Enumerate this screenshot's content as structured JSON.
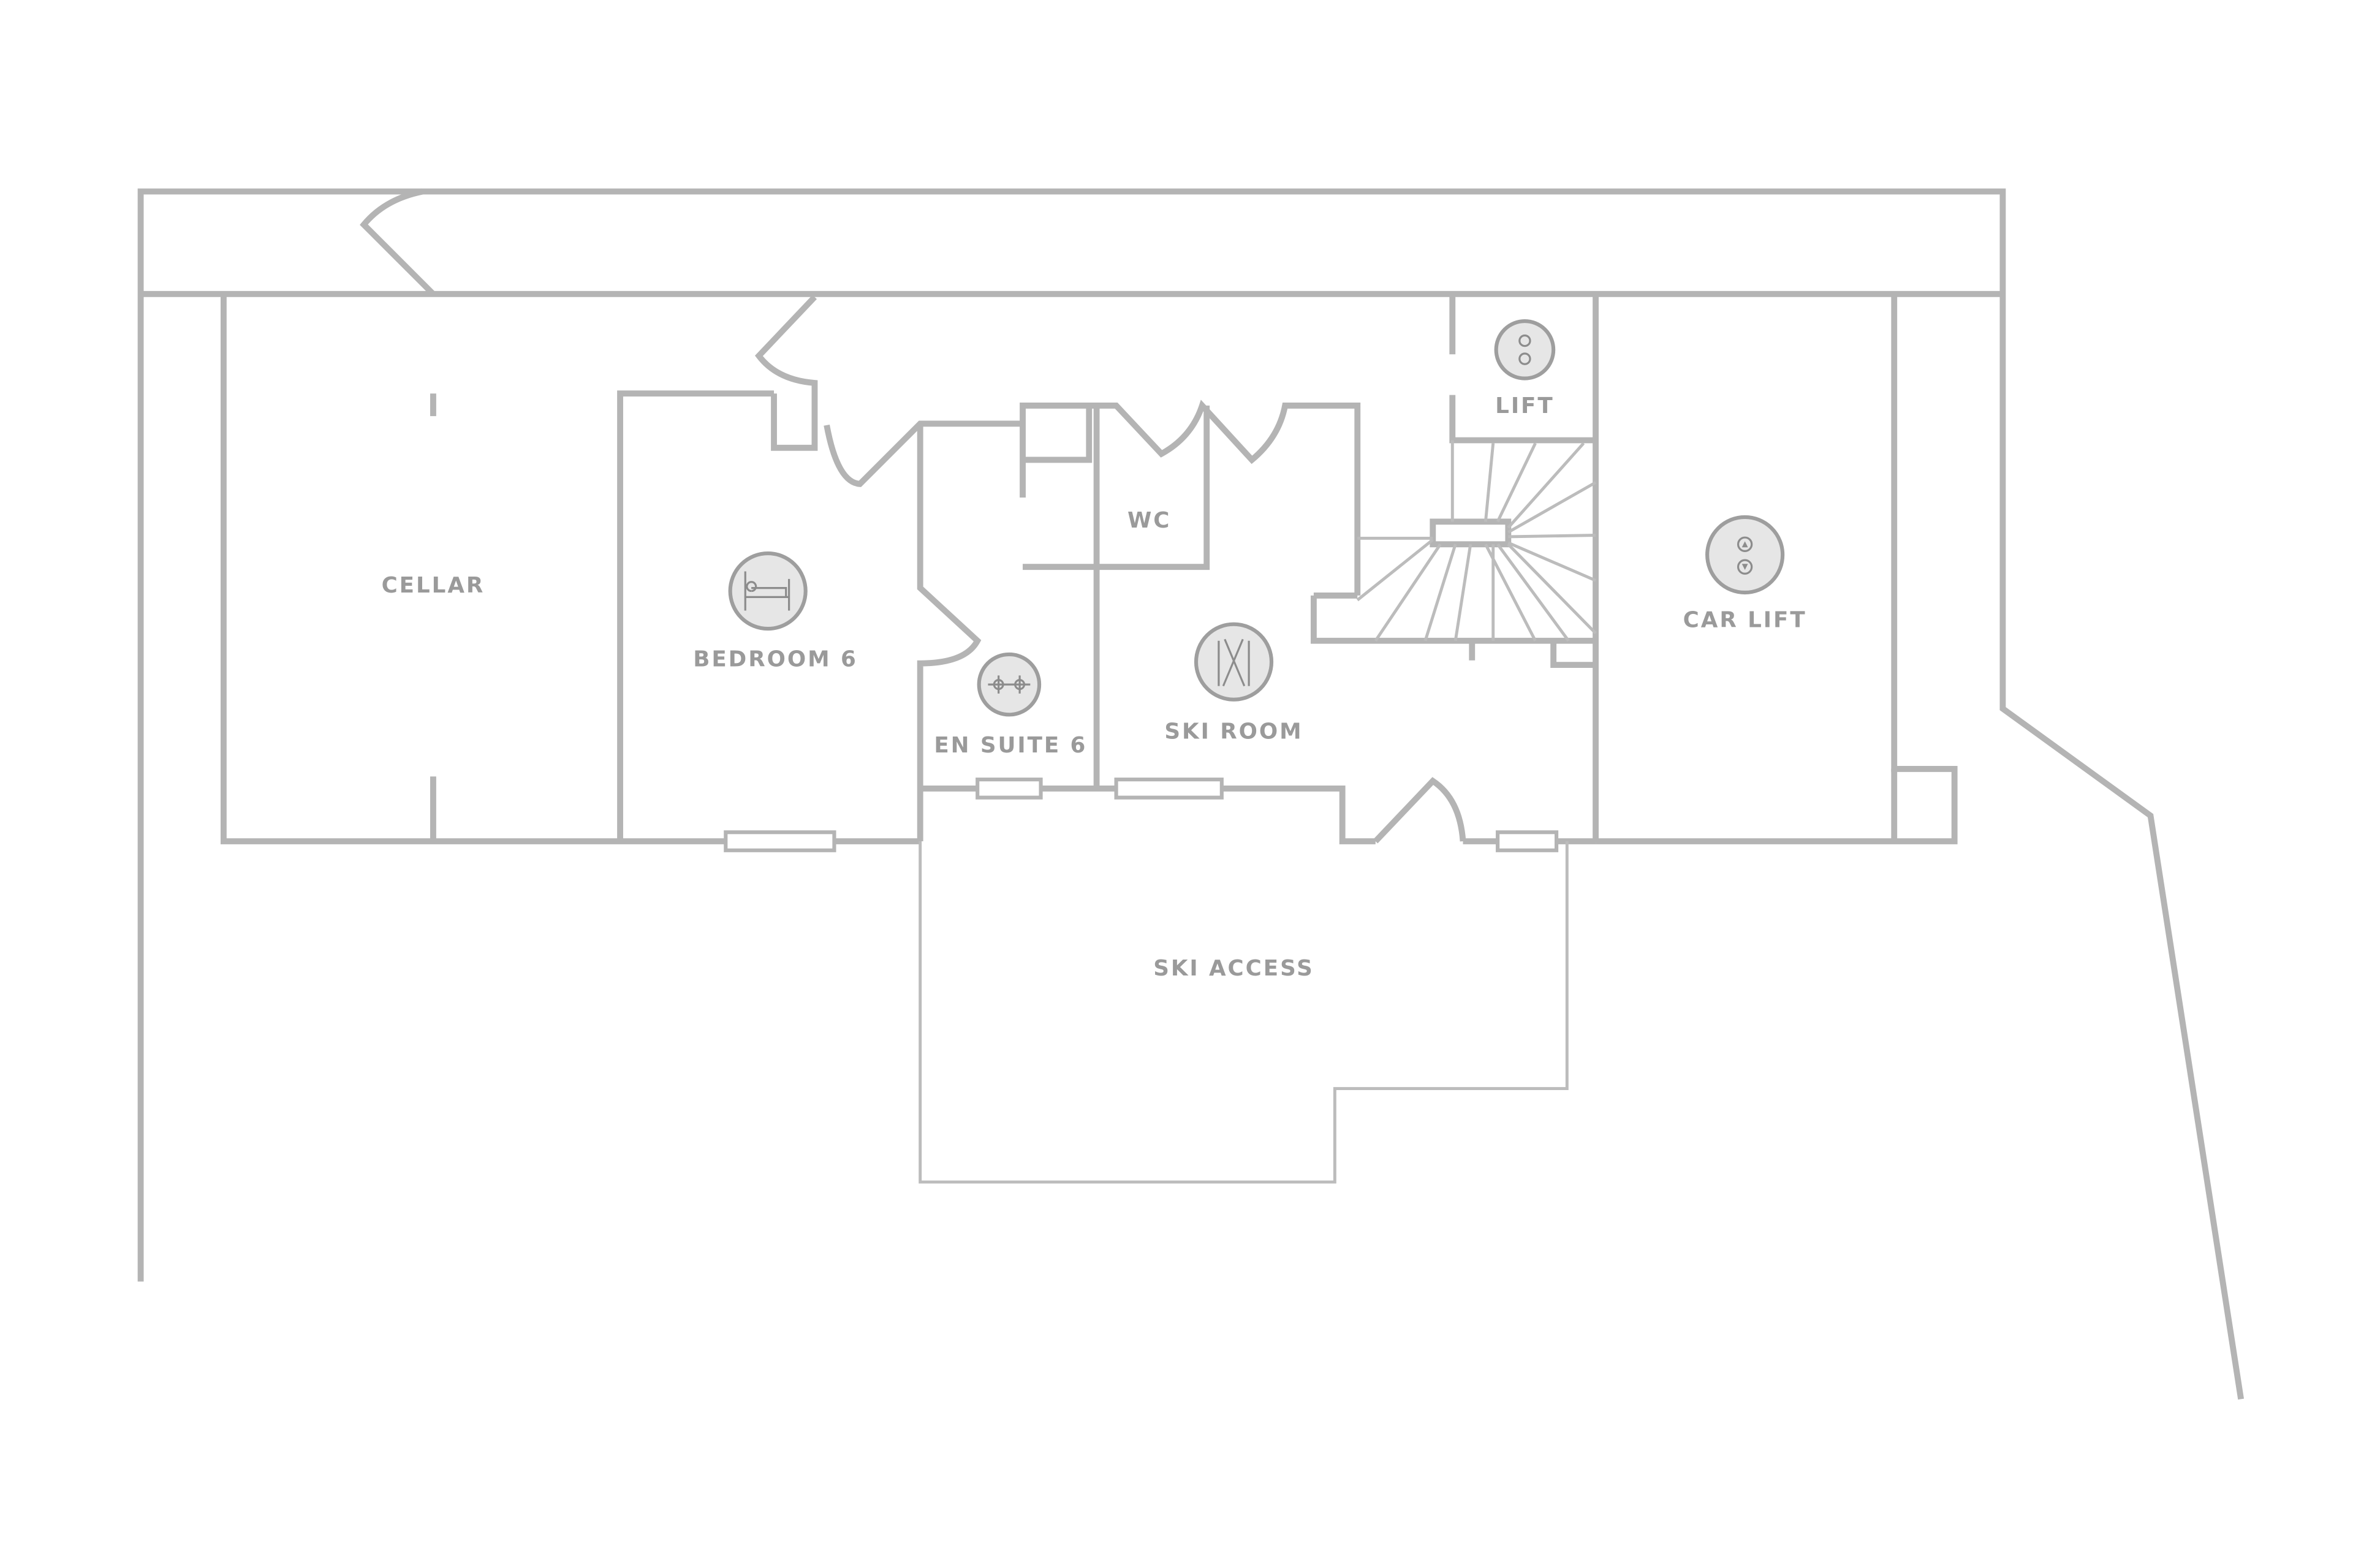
{
  "colors": {
    "wall": "#b4b4b4",
    "label": "#9a9a9a",
    "icon_fill": "#e6e6e6",
    "background": "#ffffff"
  },
  "rooms": {
    "cellar": "CELLAR",
    "bedroom6": "BEDROOM 6",
    "ensuite6": "EN SUITE 6",
    "wc": "WC",
    "skiroom": "SKI ROOM",
    "lift": "LIFT",
    "carlift": "CAR LIFT",
    "skiaccess": "SKI ACCESS"
  },
  "icons": {
    "bedroom6": "bed-icon",
    "ensuite6": "bath-tap-icon",
    "skiroom": "skis-icon",
    "lift": "lift-buttons-icon",
    "carlift": "car-lift-buttons-icon"
  }
}
